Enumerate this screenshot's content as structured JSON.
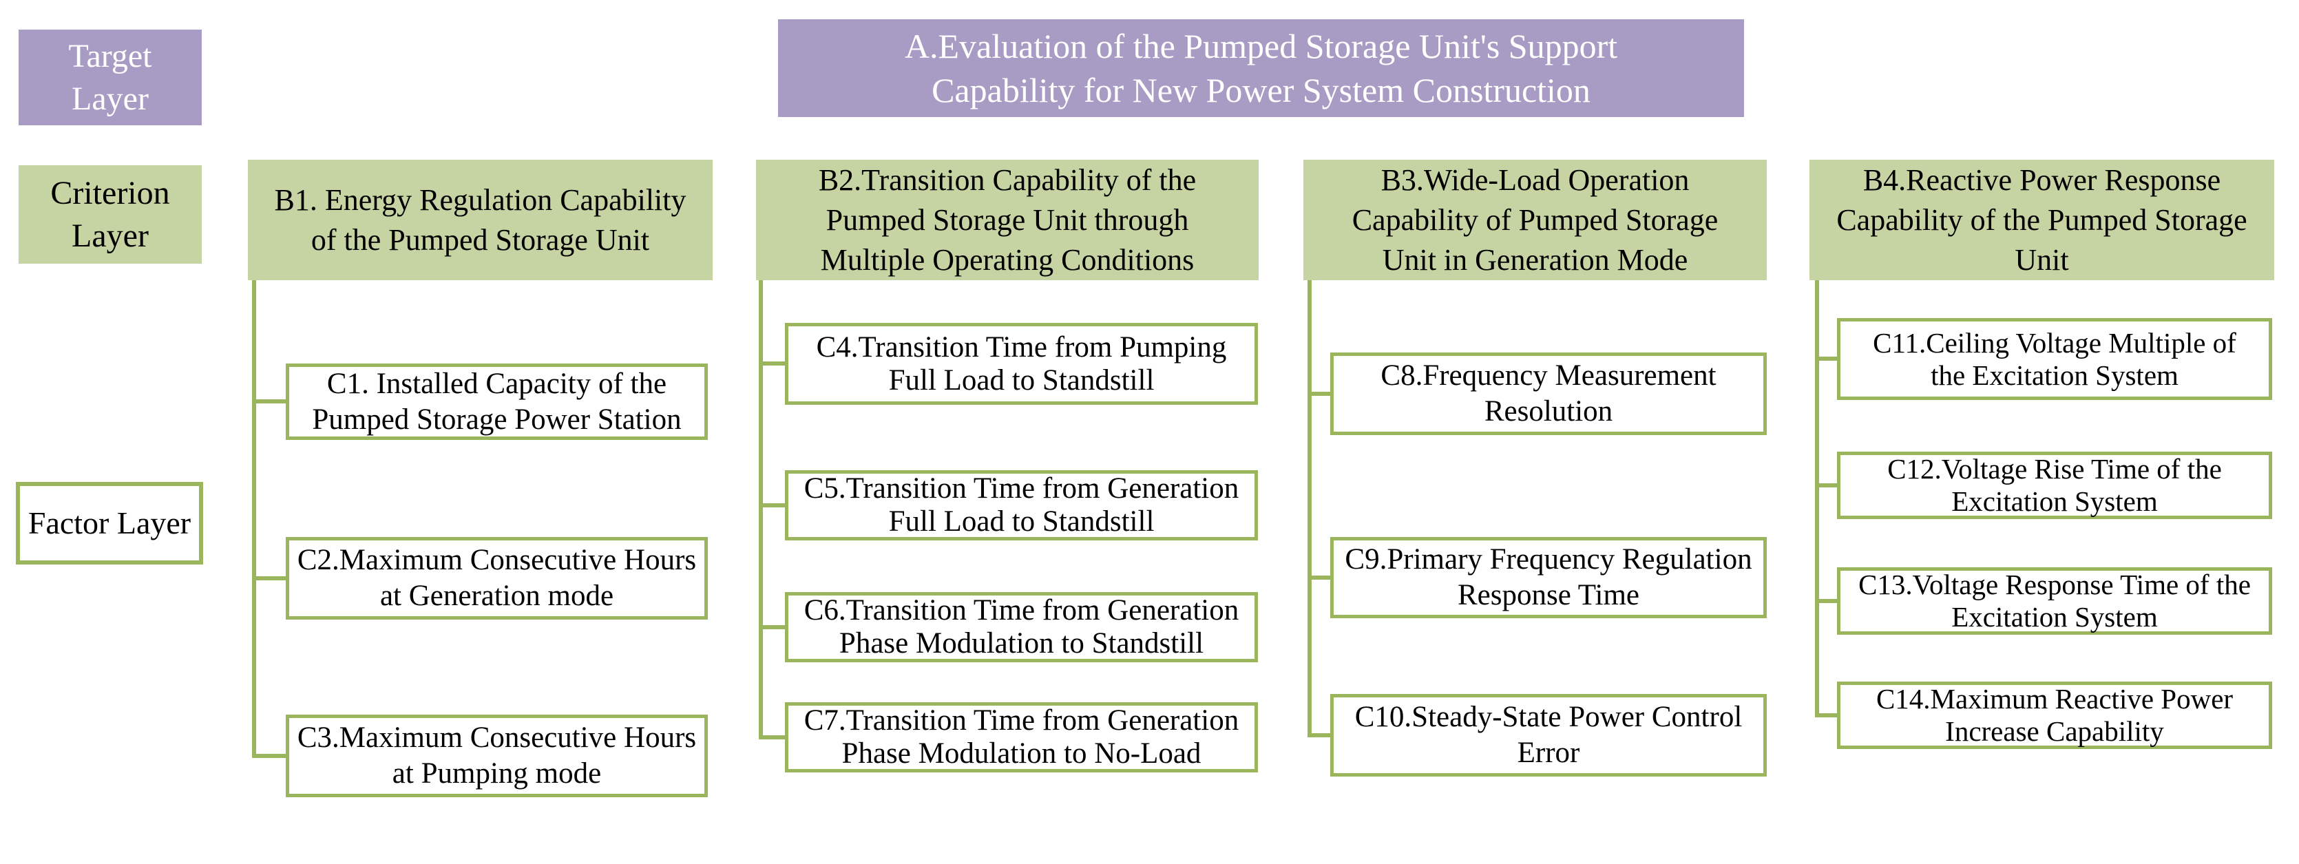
{
  "colors": {
    "purple_fill": "#a89cc4",
    "green_fill": "#c6d3a2",
    "green_line": "#9ab55c",
    "text_dark": "#000000",
    "text_light": "#ffffff",
    "background": "#ffffff"
  },
  "layer_labels": {
    "target": {
      "lines": [
        "Target",
        "Layer"
      ]
    },
    "criterion": {
      "lines": [
        "Criterion",
        "Layer"
      ]
    },
    "factor": {
      "lines": [
        "Factor Layer"
      ]
    }
  },
  "goal": {
    "id": "A",
    "lines": [
      "A.Evaluation of the Pumped Storage Unit's Support",
      "Capability for New Power System Construction"
    ]
  },
  "criteria": [
    {
      "id": "B1",
      "lines": [
        "B1. Energy Regulation Capability",
        "of the Pumped Storage Unit"
      ],
      "factors": [
        {
          "id": "C1",
          "lines": [
            "C1. Installed Capacity of the",
            "Pumped Storage Power Station"
          ]
        },
        {
          "id": "C2",
          "lines": [
            "C2.Maximum Consecutive Hours",
            "at Generation mode"
          ]
        },
        {
          "id": "C3",
          "lines": [
            "C3.Maximum Consecutive Hours",
            "at Pumping mode"
          ]
        }
      ]
    },
    {
      "id": "B2",
      "lines": [
        "B2.Transition Capability of the",
        "Pumped Storage Unit through",
        "Multiple Operating Conditions"
      ],
      "factors": [
        {
          "id": "C4",
          "lines": [
            "C4.Transition Time from Pumping",
            "Full Load to Standstill"
          ]
        },
        {
          "id": "C5",
          "lines": [
            "C5.Transition Time from Generation",
            "Full Load to Standstill"
          ]
        },
        {
          "id": "C6",
          "lines": [
            "C6.Transition Time from Generation",
            "Phase Modulation to Standstill"
          ]
        },
        {
          "id": "C7",
          "lines": [
            "C7.Transition Time from Generation",
            "Phase Modulation to No-Load"
          ]
        }
      ]
    },
    {
      "id": "B3",
      "lines": [
        "B3.Wide-Load Operation",
        "Capability of Pumped Storage",
        "Unit in Generation Mode"
      ],
      "factors": [
        {
          "id": "C8",
          "lines": [
            "C8.Frequency Measurement",
            "Resolution"
          ]
        },
        {
          "id": "C9",
          "lines": [
            "C9.Primary Frequency Regulation",
            "Response Time"
          ]
        },
        {
          "id": "C10",
          "lines": [
            "C10.Steady-State Power Control",
            "Error"
          ]
        }
      ]
    },
    {
      "id": "B4",
      "lines": [
        "B4.Reactive Power Response",
        "Capability of the Pumped Storage",
        "Unit"
      ],
      "factors": [
        {
          "id": "C11",
          "lines": [
            "C11.Ceiling Voltage Multiple of",
            "the Excitation System"
          ]
        },
        {
          "id": "C12",
          "lines": [
            "C12.Voltage Rise Time of the",
            "Excitation System"
          ]
        },
        {
          "id": "C13",
          "lines": [
            "C13.Voltage Response Time of the",
            "Excitation System"
          ]
        },
        {
          "id": "C14",
          "lines": [
            "C14.Maximum Reactive Power",
            "Increase Capability"
          ]
        }
      ]
    }
  ]
}
